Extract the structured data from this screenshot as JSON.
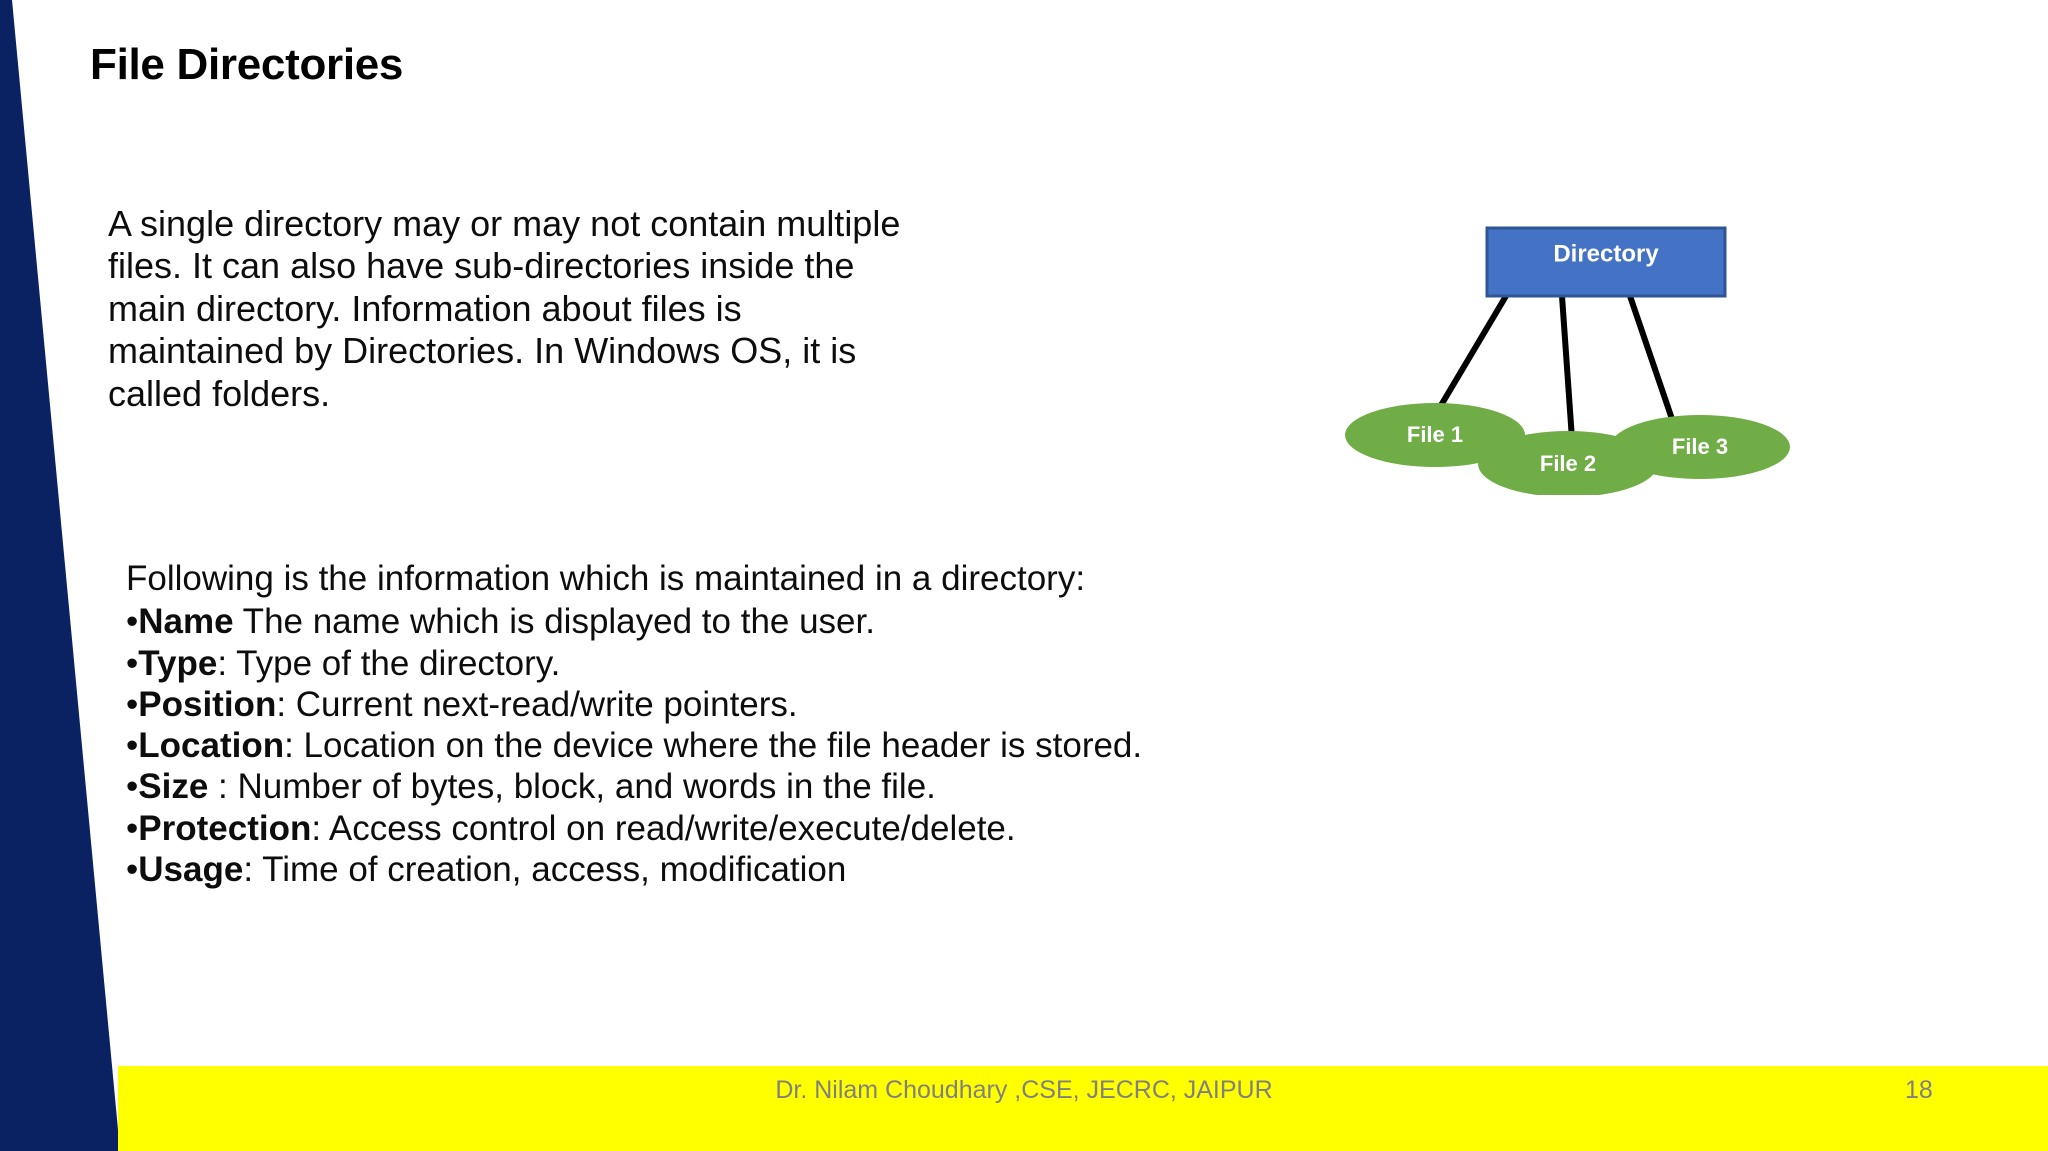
{
  "slide": {
    "title": "File Directories",
    "accent_navy": "#0A2162",
    "footer_yellow": "#FFFF00",
    "background": "#FFFFFF"
  },
  "intro": {
    "line1": "A single directory may or may not contain multiple",
    "line2": "files. It can also have sub-directories inside the",
    "line3": "main directory. Information about files is",
    "line4": "maintained by Directories. In Windows OS, it is",
    "line5": "called folders.",
    "full_text": "A single directory may or may not contain multiple files. It can also have sub-directories inside the main directory. Information about files is maintained by Directories. In Windows OS, it is called folders."
  },
  "diagram": {
    "type": "tree",
    "root": {
      "label": "Directory",
      "shape": "rectangle",
      "fill": "#4472C4",
      "stroke": "#2F5597",
      "text_color": "#FFFFFF"
    },
    "children": [
      {
        "label": "File 1",
        "shape": "ellipse",
        "fill": "#70AD47",
        "text_color": "#FFFFFF"
      },
      {
        "label": "File 2",
        "shape": "ellipse",
        "fill": "#70AD47",
        "text_color": "#FFFFFF"
      },
      {
        "label": "File 3",
        "shape": "ellipse",
        "fill": "#70AD47",
        "text_color": "#FFFFFF"
      }
    ],
    "connector_color": "#000000",
    "connector_count": 3
  },
  "info": {
    "lead": "Following is the information which is maintained in a directory:",
    "bullet_char": "•",
    "items": [
      {
        "term": "Name",
        "rest": " The name which is displayed to the user."
      },
      {
        "term": "Type",
        "rest": ": Type of the directory."
      },
      {
        "term": "Position",
        "rest": ": Current next-read/write pointers."
      },
      {
        "term": "Location",
        "rest": ": Location on the device where the file header is stored."
      },
      {
        "term": "Size",
        "rest": " : Number of bytes, block, and words in the file."
      },
      {
        "term": "Protection",
        "rest": ": Access control on read/write/execute/delete."
      },
      {
        "term": "Usage",
        "rest": ": Time of creation, access, modification"
      }
    ]
  },
  "footer": {
    "credit": "Dr. Nilam Choudhary ,CSE, JECRC, JAIPUR",
    "page_number": "18",
    "text_color": "#808080"
  }
}
